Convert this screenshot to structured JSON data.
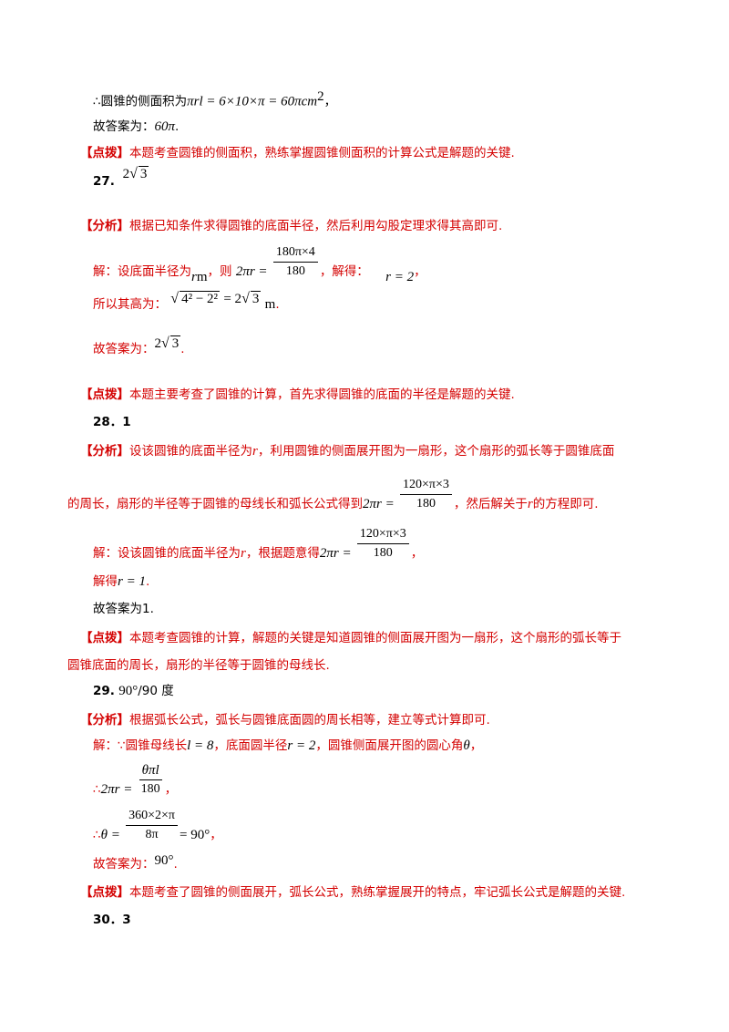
{
  "lines": {
    "l1a": "∴圆锥的侧面积为",
    "l1m": "πrl = 6×10×π = 60πcm",
    "l1sup": "2",
    "l1b": "，",
    "l2a": "故答案为：",
    "l2m": "60π",
    "l2b": ".",
    "l3a": "【点拨】",
    "l3b": "本题考查圆锥的侧面积，熟练掌握圆锥侧面积的计算公式是解题的关键.",
    "q27num": "27.",
    "q27ans_coef": "2",
    "q27ans_rad": "3",
    "l5a": "【分析】",
    "l5b": "根据已知条件求得圆锥的底面半径，然后利用勾股定理求得其高即可.",
    "l6a": "解：设底面半径为",
    "l6r": "r",
    "l6m": "m",
    "l6b": "，则",
    "l6eq": "2πr =",
    "l6num": "180π×4",
    "l6den": "180",
    "l6c": "，解得：",
    "l6res": "r = 2",
    "l6d": "，",
    "l7a": "所以其高为：",
    "l7rad": "4² − 2²",
    "l7eq": "= 2",
    "l7rad2": "3",
    "l7unit": "m",
    "l7b": ".",
    "l8a": "故答案为：",
    "l8coef": "2",
    "l8rad": "3",
    "l8b": ".",
    "l9a": "【点拨】",
    "l9b": "本题主要考查了圆锥的计算，首先求得圆锥的底面的半径是解题的关键.",
    "q28": "28．1",
    "l11a": "【分析】",
    "l11b": "设该圆锥的底面半径为",
    "l11r": "r",
    "l11c": "，利用圆锥的侧面展开图为一扇形，这个扇形的弧长等于圆锥底面",
    "l12a": "的周长，扇形的半径等于圆锥的母线长和弧长公式得到",
    "l12eq": "2πr =",
    "l12num": "120×π×3",
    "l12den": "180",
    "l12b": "，然后解关于",
    "l12r": "r",
    "l12c": "的方程即可.",
    "l13a": "解：设该圆锥的底面半径为",
    "l13r": "r",
    "l13b": "，根据题意得",
    "l13eq": "2πr =",
    "l13num": "120×π×3",
    "l13den": "180",
    "l13c": "，",
    "l14a": "解得",
    "l14m": "r = 1",
    "l14b": ".",
    "l15": "故答案为1.",
    "l16a": "【点拨】",
    "l16b": "本题考查圆锥的计算，解题的关键是知道圆锥的侧面展开图为一扇形，这个扇形的弧长等于",
    "l17": "圆锥底面的周长，扇形的半径等于圆锥的母线长.",
    "q29num": "29.",
    "q29m": "90°",
    "q29b": "/90 度",
    "l19a": "【分析】",
    "l19b": "根据弧长公式，弧长与圆锥底面圆的周长相等，建立等式计算即可.",
    "l20a": "解：∵圆锥母线长",
    "l20m1": "l = 8",
    "l20b": "，底面圆半径",
    "l20m2": "r = 2",
    "l20c": "，圆锥侧面展开图的圆心角",
    "l20m3": "θ",
    "l20d": "，",
    "l21a": "∴",
    "l21eq": "2πr =",
    "l21num": "θπl",
    "l21den": "180",
    "l21b": "，",
    "l22a": "∴",
    "l22eq": "θ =",
    "l22num": "360×2×π",
    "l22den": "8π",
    "l22res": "= 90°",
    "l22b": "，",
    "l23a": "故答案为：",
    "l23m": "90°",
    "l23b": ".",
    "l24a": "【点拨】",
    "l24b": "本题考查了圆锥的侧面展开，弧长公式，熟练掌握展开的特点，牢记弧长公式是解题的关键.",
    "q30": "30．3"
  }
}
